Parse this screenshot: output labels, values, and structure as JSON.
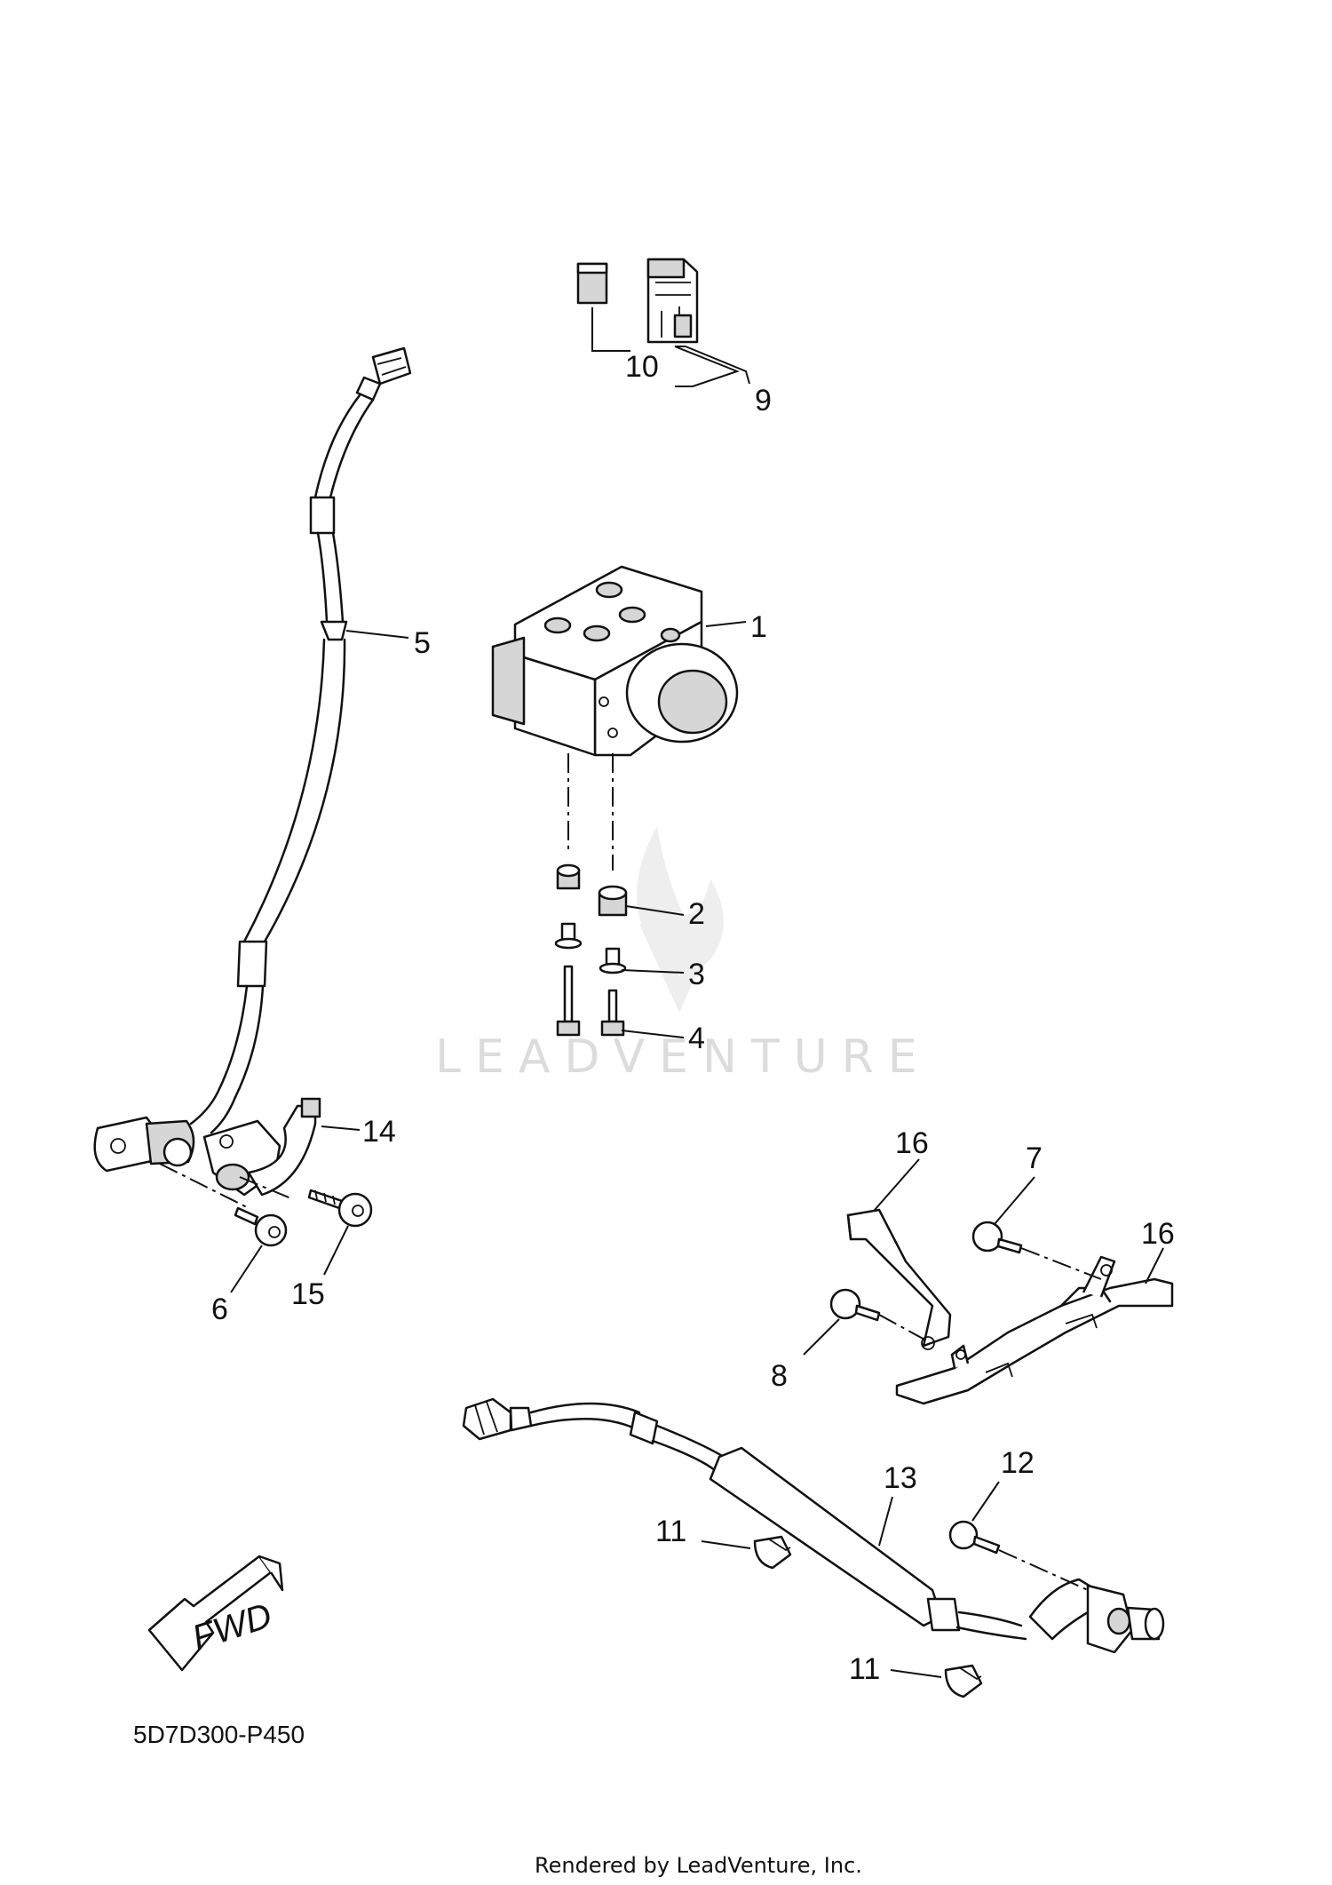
{
  "diagram": {
    "drawing_code": "5D7D300-P450",
    "watermark": "LEADVENTURE",
    "footer": "Rendered by LeadVenture, Inc.",
    "forward_label": "FWD",
    "callouts": [
      {
        "id": "c1",
        "text": "1"
      },
      {
        "id": "c2",
        "text": "2"
      },
      {
        "id": "c3",
        "text": "3"
      },
      {
        "id": "c4",
        "text": "4"
      },
      {
        "id": "c5",
        "text": "5"
      },
      {
        "id": "c6",
        "text": "6"
      },
      {
        "id": "c7",
        "text": "7"
      },
      {
        "id": "c8",
        "text": "8"
      },
      {
        "id": "c9",
        "text": "9"
      },
      {
        "id": "c10",
        "text": "10"
      },
      {
        "id": "c11a",
        "text": "11"
      },
      {
        "id": "c11b",
        "text": "11"
      },
      {
        "id": "c12",
        "text": "12"
      },
      {
        "id": "c13",
        "text": "13"
      },
      {
        "id": "c14",
        "text": "14"
      },
      {
        "id": "c15",
        "text": "15"
      },
      {
        "id": "c16a",
        "text": "16"
      },
      {
        "id": "c16b",
        "text": "16"
      }
    ]
  }
}
